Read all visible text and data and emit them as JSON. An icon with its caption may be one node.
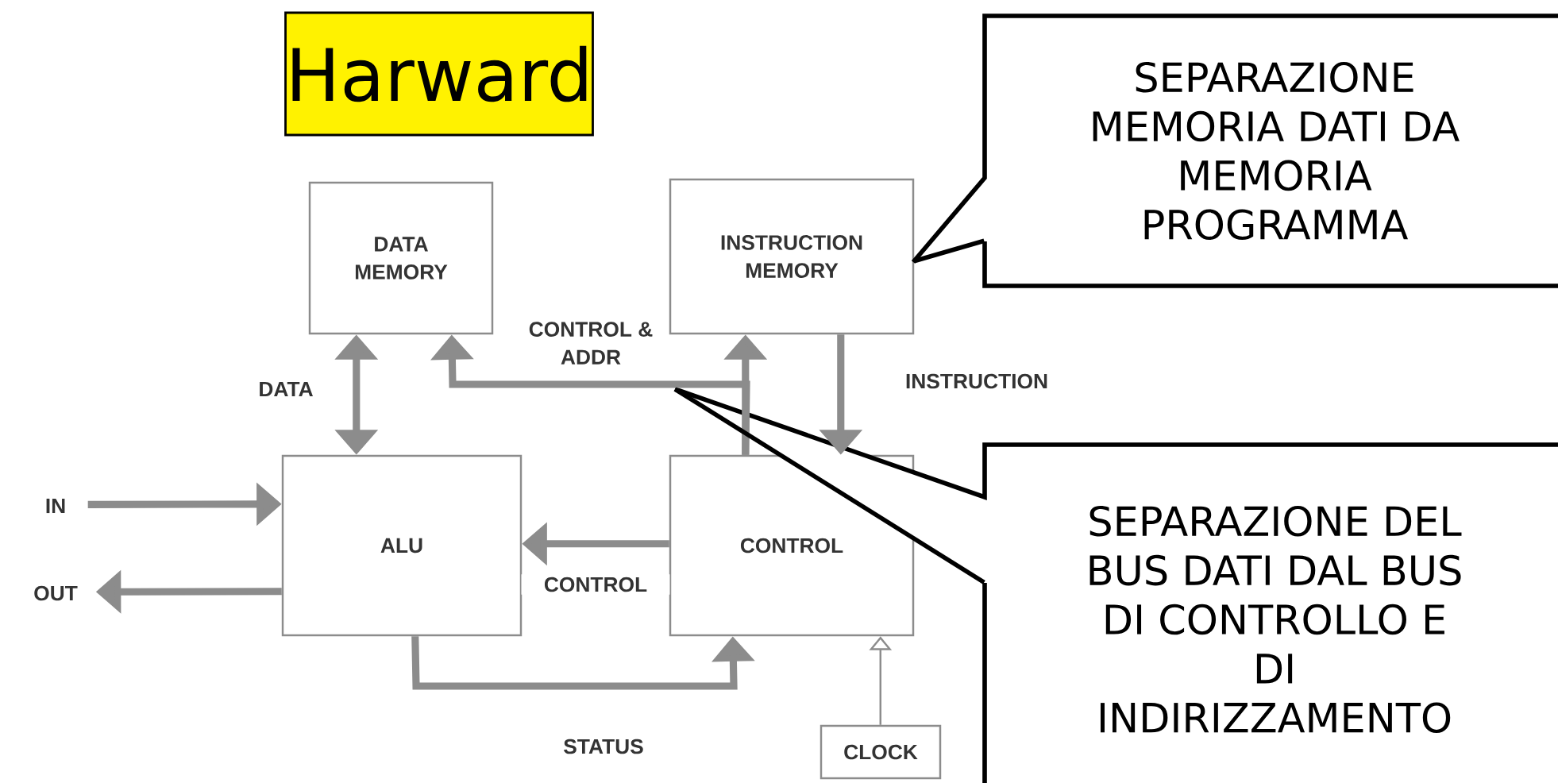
{
  "diagram": {
    "title": "Harward",
    "nodes": [
      {
        "text": [
          "DATA MEMORY"
        ]
      },
      {
        "text": [
          "INSTRUCTION MEMORY"
        ]
      },
      {
        "text": [
          "ALU"
        ]
      },
      {
        "text": [
          "CONTROL"
        ]
      },
      {
        "text": [
          "CLOCK"
        ]
      },
      {
        "text": [
          "SEPARAZIONE MEMORIA DATI DA MEMORIA PROGRAMMA"
        ]
      },
      {
        "text": [
          "SEPARAZIONE DEL BUS DATI DAL BUS DI CONTROLLO E DI INDIRIZZAMENTO"
        ]
      },
      {
        "text": [
          "IN"
        ]
      },
      {
        "text": [
          "OUT"
        ]
      }
    ],
    "edges": [
      {
        "from": 0,
        "to": 2,
        "arrow": "both",
        "label": "DATA"
      },
      {
        "from": 3,
        "to": 0,
        "arrow": "to",
        "label": "CONTROL & ADDR"
      },
      {
        "from": 3,
        "to": 1,
        "arrow": "to"
      },
      {
        "from": 1,
        "to": 3,
        "arrow": "to",
        "label": "INSTRUCTION"
      },
      {
        "from": 3,
        "to": 2,
        "arrow": "to",
        "label": "CONTROL"
      },
      {
        "from": 7,
        "to": 2,
        "arrow": "to"
      },
      {
        "from": 2,
        "to": 8,
        "arrow": "to"
      },
      {
        "from": 2,
        "to": 3,
        "arrow": "to",
        "label": "STATUS"
      },
      {
        "from": 4,
        "to": 3,
        "arrow": "to"
      },
      {
        "from": 5,
        "to": 1,
        "arrow": "none",
        "color": "#000000"
      },
      {
        "from": 6,
        "to": null,
        "arrow": "none",
        "color": "#000000"
      }
    ]
  }
}
